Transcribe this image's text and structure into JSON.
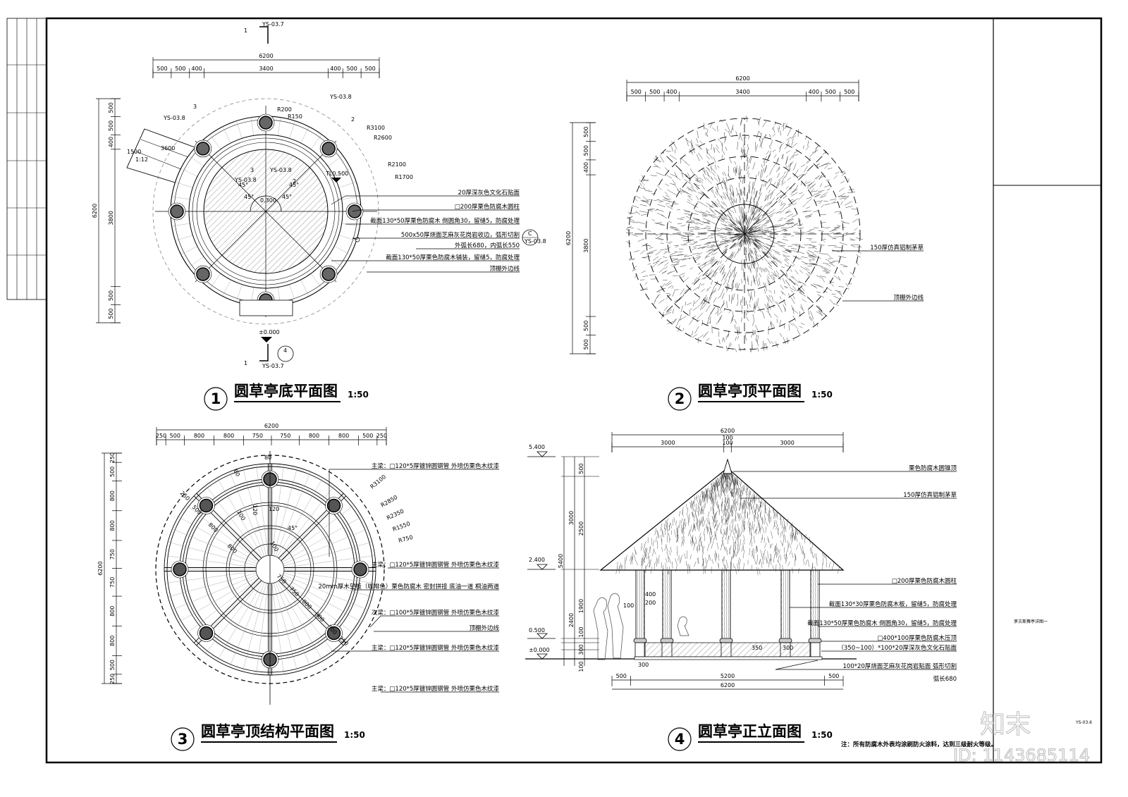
{
  "sheet": {
    "title_block": {
      "drawing_name": "茅古斯舞亭详图一",
      "sheet_no": "YS-03.6"
    },
    "note": "注：所有防腐木外表均涂刷防火涂料，达到三级耐火等级。",
    "watermark": {
      "logo": "知末",
      "id": "ID: 1143685114"
    },
    "colors": {
      "line": "#000000",
      "hatch": "#555555",
      "dashed": "#777777"
    }
  },
  "drawings": [
    {
      "number": "1",
      "title": "圆草亭底平面图",
      "scale": "1:50",
      "top_dims": {
        "total": "6200",
        "segments": [
          "500",
          "500",
          "400",
          "3400",
          "400",
          "500",
          "500"
        ],
        "weights": [
          500,
          500,
          400,
          3400,
          400,
          500,
          500
        ]
      },
      "left_dims": {
        "total": "6200",
        "segments": [
          "500",
          "500",
          "400",
          "3800",
          "500",
          "500"
        ],
        "weights": [
          500,
          500,
          400,
          3800,
          500,
          500
        ]
      },
      "annotations": [
        "1",
        "YS-03.7",
        "1",
        "YS-03.7",
        "2",
        "YS-03.8",
        "3",
        "YS-03.8",
        "3",
        "YS-03.8",
        "2",
        "YS-03.8",
        "R200",
        "R150",
        "R3100",
        "R2600",
        "R2100",
        "R1700",
        "TL0.500",
        "0.300",
        "45°",
        "45°",
        "45°",
        "45°",
        "3600",
        "1:12",
        "1500",
        "±0.000",
        "4",
        "C",
        "YS-03.8"
      ],
      "callouts": [
        "20厚深灰色文化石贴面",
        "□200厚栗色防腐木圆柱",
        "截面130*50厚栗色防腐木 倒圆角30，留缝5，防腐处理",
        "500x50厚烧面芝麻灰花岗岩收边，弧形切割",
        "外弧长680，内弧长550",
        "截面130*50厚栗色防腐木铺装，留缝5，防腐处理",
        "顶棚外边线"
      ]
    },
    {
      "number": "2",
      "title": "圆草亭顶平面图",
      "scale": "1:50",
      "top_dims": {
        "total": "6200",
        "segments": [
          "500",
          "500",
          "400",
          "3400",
          "400",
          "500",
          "500"
        ],
        "weights": [
          500,
          500,
          400,
          3400,
          400,
          500,
          500
        ]
      },
      "left_dims": {
        "total": "6200",
        "segments": [
          "500",
          "500",
          "400",
          "3800",
          "500",
          "500"
        ],
        "weights": [
          500,
          500,
          400,
          3800,
          500,
          500
        ]
      },
      "callouts": [
        "150厚仿真铝制茅草",
        "顶棚外边线"
      ]
    },
    {
      "number": "3",
      "title": "圆草亭顶结构平面图",
      "scale": "1:50",
      "top_dims": {
        "total": "6200",
        "segments": [
          "250",
          "500",
          "800",
          "800",
          "750",
          "750",
          "800",
          "800",
          "500",
          "250"
        ],
        "weights": [
          250,
          500,
          800,
          800,
          750,
          750,
          800,
          800,
          500,
          250
        ]
      },
      "left_dims": {
        "total": "6200",
        "segments": [
          "250",
          "500",
          "800",
          "800",
          "750",
          "750",
          "800",
          "800",
          "500",
          "250"
        ],
        "weights": [
          250,
          500,
          800,
          800,
          750,
          750,
          800,
          800,
          500,
          250
        ]
      },
      "annotations": [
        "R3100",
        "R2850",
        "R2350",
        "R1550",
        "R750",
        "45°",
        "80",
        "80",
        "120",
        "100",
        "100",
        "120",
        "250",
        "500",
        "800",
        "800",
        "750",
        "750",
        "800",
        "800",
        "500",
        "250"
      ],
      "callouts": [
        "主梁：□120*5厚镀锌圆钢管 外喷仿栗色木纹漆",
        "主梁：□120*5厚镀锌圆钢管 外喷仿栗色木纹漆",
        "20mm厚木望板（咖啡色）栗色防腐木 密封拼接 底油一道 桐油两道",
        "次梁：□100*5厚镀锌圆钢管 外喷仿栗色木纹漆",
        "顶棚外边线",
        "主梁：□120*5厚镀锌圆钢管 外喷仿栗色木纹漆",
        "主梁：□120*5厚镀锌圆钢管 外喷仿栗色木纹漆"
      ]
    },
    {
      "number": "4",
      "title": "圆草亭正立面图",
      "scale": "1:50",
      "top_dims": {
        "total": "6200",
        "segments": [
          "3000",
          "100",
          "3000"
        ],
        "weights": [
          3000,
          200,
          3000
        ],
        "extra": "100"
      },
      "bottom_dims": {
        "total": "6200",
        "segments": [
          "500",
          "5200",
          "500"
        ],
        "weights": [
          500,
          5200,
          500
        ]
      },
      "left_dims": {
        "total": "5400",
        "col2": [
          "3000",
          "2400"
        ],
        "col3": [
          "500",
          "2500",
          "1900",
          "100",
          "300",
          "100"
        ]
      },
      "levels": [
        "5.400",
        "2.400",
        "0.500",
        "±0.000"
      ],
      "annotations": [
        "400",
        "200",
        "100",
        "300",
        "350",
        "300"
      ],
      "callouts": [
        "栗色防腐木圆锥顶",
        "150厚仿真铝制茅草",
        "□200厚栗色防腐木圆柱",
        "截面130*30厚栗色防腐木板，留缝5，防腐处理",
        "截面130*50厚栗色防腐木 倒圆角30，留缝5，防腐处理",
        "□400*100厚栗色防腐木压顶",
        "（350~100）*100*20厚深灰色文化石贴面",
        "100*20厚烧面芝麻灰花岗岩贴面 弧形切割",
        "弧长680"
      ]
    }
  ]
}
